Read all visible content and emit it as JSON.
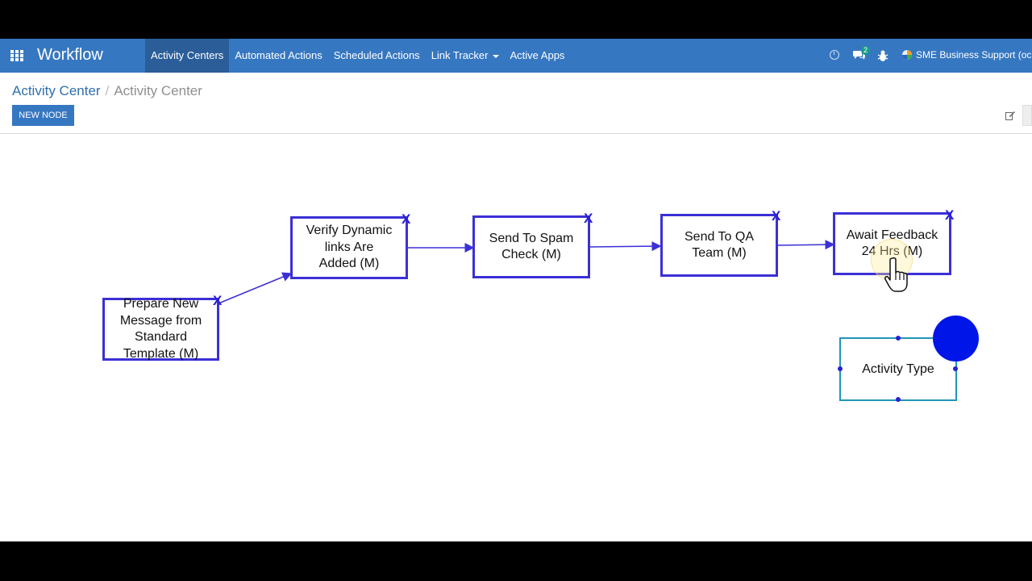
{
  "navbar": {
    "brand": "Workflow",
    "menu": [
      {
        "label": "Activity Centers",
        "active": true
      },
      {
        "label": "Automated Actions"
      },
      {
        "label": "Scheduled Actions"
      },
      {
        "label": "Link Tracker",
        "dropdown": true
      },
      {
        "label": "Active Apps"
      }
    ],
    "messages_badge": "2",
    "company": "SME Business Support (oc"
  },
  "breadcrumb": {
    "parent": "Activity Center",
    "separator": "/",
    "current": "Activity Center"
  },
  "toolbar": {
    "new_node_label": "NEW NODE"
  },
  "workflow": {
    "delete_glyph": "X",
    "nodes": [
      {
        "lines": [
          "Prepare New",
          "Message from",
          "Standard",
          "Template (M)"
        ]
      },
      {
        "lines": [
          "Verify Dynamic",
          "links Are",
          "Added (M)"
        ]
      },
      {
        "lines": [
          "Send To Spam",
          "Check (M)"
        ]
      },
      {
        "lines": [
          "Send To QA",
          "Team (M)"
        ]
      },
      {
        "lines": [
          "Await Feedback",
          "24 Hrs (M)"
        ]
      }
    ]
  },
  "palette": {
    "label": "Activity Type"
  },
  "colors": {
    "navbar": "#3677c1",
    "navbar_active": "#2b5e99",
    "node_border": "#3b30d6",
    "palette_border": "#1f96b8",
    "add_circle": "#0015e8",
    "link": "#2f6fab"
  },
  "icons": [
    "apps-grid-icon",
    "clock-icon",
    "chat-icon",
    "bug-icon",
    "company-logo-icon",
    "edit-icon",
    "close-x-icon",
    "hand-cursor-icon"
  ]
}
